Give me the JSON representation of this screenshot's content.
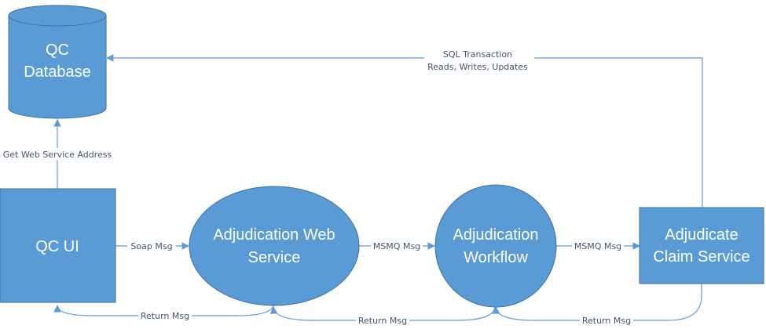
{
  "nodes": {
    "qc_database": {
      "lines": [
        "QC",
        "Database"
      ],
      "shape": "cylinder"
    },
    "qc_ui": {
      "lines": [
        "QC UI"
      ],
      "shape": "rectangle"
    },
    "adjudication_web_service": {
      "lines": [
        "Adjudication Web",
        "Service"
      ],
      "shape": "ellipse"
    },
    "adjudication_workflow": {
      "lines": [
        "Adjudication",
        "Workflow"
      ],
      "shape": "circle"
    },
    "adjudicate_claim_service": {
      "lines": [
        "Adjudicate",
        "Claim Service"
      ],
      "shape": "rectangle"
    }
  },
  "edges": {
    "get_web_service_address": {
      "label": "Get Web Service Address"
    },
    "sql_transaction": {
      "label_line1": "SQL Transaction",
      "label_line2": "Reads, Writes, Updates"
    },
    "soap_msg": {
      "label": "Soap Msg"
    },
    "msmq_msg_1": {
      "label": "MSMQ Msg"
    },
    "msmq_msg_2": {
      "label": "MSMQ Msg"
    },
    "return_msg_1": {
      "label": "Return Msg"
    },
    "return_msg_2": {
      "label": "Return Msg"
    },
    "return_msg_3": {
      "label": "Return Msg"
    }
  },
  "colors": {
    "node": "#5b9bd5",
    "node_border": "#41719c",
    "edge": "#5b9bd5",
    "label_text": "#44546a"
  }
}
